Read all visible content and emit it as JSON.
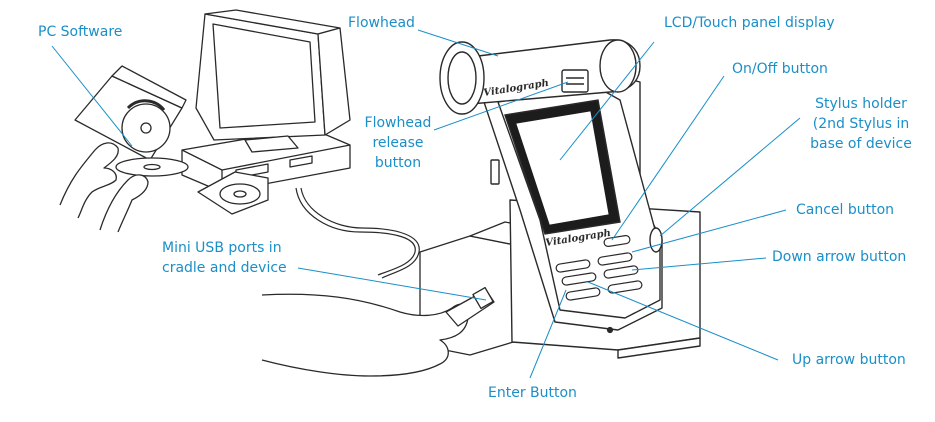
{
  "labels": {
    "pc_software": "PC Software",
    "flowhead": "Flowhead",
    "lcd_display": "LCD/Touch panel display",
    "on_off_button": "On/Off button",
    "stylus_holder_l1": "Stylus holder",
    "stylus_holder_l2": "(2nd Stylus in",
    "stylus_holder_l3": "base of device",
    "flowhead_release_l1": "Flowhead",
    "flowhead_release_l2": "release",
    "flowhead_release_l3": "button",
    "cancel_button": "Cancel button",
    "down_arrow_button": "Down arrow button",
    "mini_usb_l1": "Mini USB ports in",
    "mini_usb_l2": "cradle and device",
    "up_arrow_button": "Up arrow button",
    "enter_button": "Enter Button"
  },
  "device_logo": "Vitalograph",
  "colors": {
    "label_text": "#1a8fc8",
    "leader_line": "#1a8fc8",
    "drawing_line": "#2a2a2a",
    "screen_fill": "#1c1c1c"
  }
}
